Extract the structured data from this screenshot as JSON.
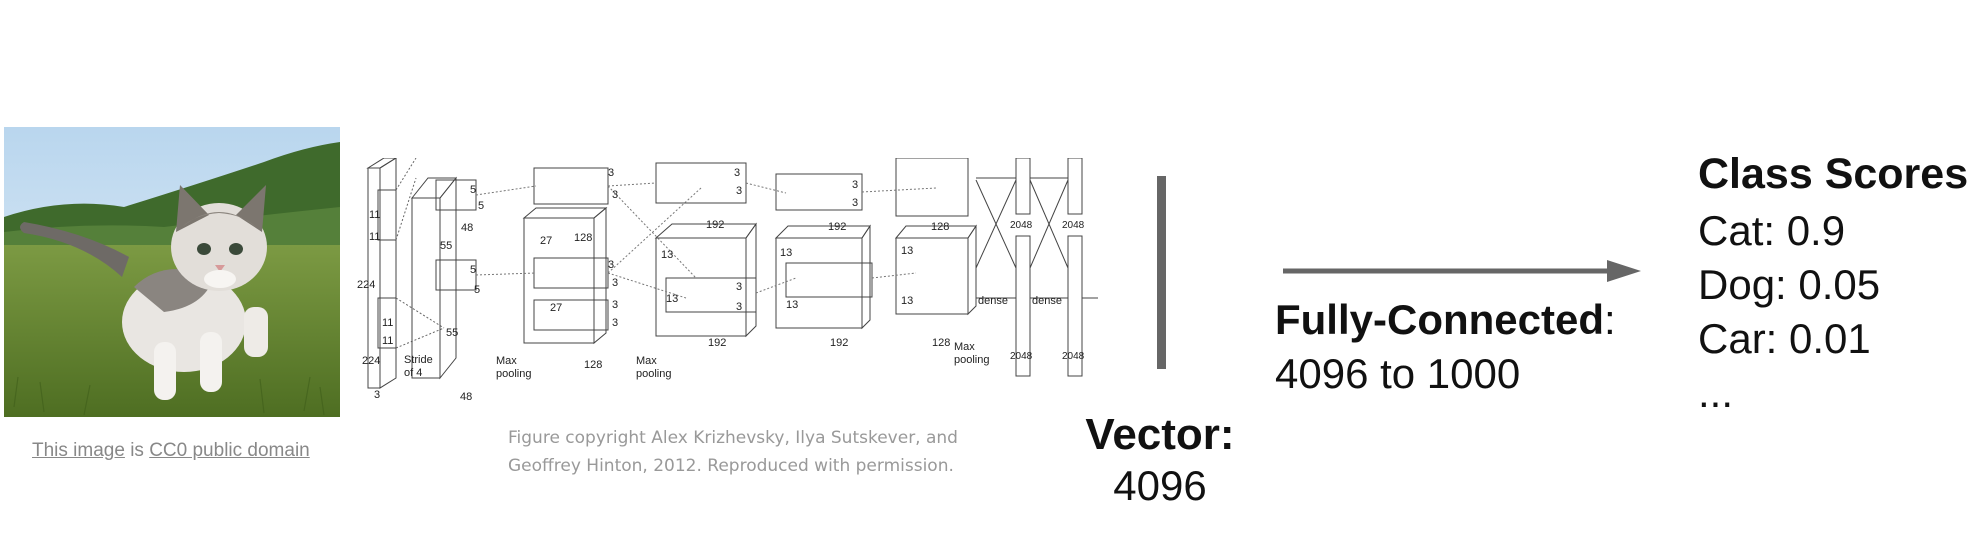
{
  "photo_credit": {
    "image_link": "This image",
    "is_text": " is ",
    "license_link": "CC0 public domain"
  },
  "network": {
    "layer_numbers": {
      "input_kernel": "11",
      "input_size": "224",
      "input_depth": "3",
      "conv1_size": "55",
      "conv1_depth": "48",
      "conv2_kernel": "5",
      "conv2_size": "27",
      "conv2_depth": "128",
      "conv3_kernel": "3",
      "conv3_size": "13",
      "conv3_depth": "192",
      "conv5_depth": "128",
      "dense_units": "2048"
    },
    "labels": {
      "stride": "Stride",
      "of4": "of 4",
      "max": "Max",
      "pooling": "pooling",
      "dense": "dense"
    }
  },
  "figure_copyright": {
    "line1": "Figure copyright Alex Krizhevsky, Ilya Sutskever, and",
    "line2": "Geoffrey Hinton, 2012. Reproduced with permission."
  },
  "vector": {
    "title": "Vector:",
    "size": "4096"
  },
  "fully_connected": {
    "name": "Fully-Connected",
    "colon": ":",
    "mapping": "4096 to 1000"
  },
  "class_scores": {
    "title": "Class Scores",
    "items": [
      "Cat: 0.9",
      "Dog: 0.05",
      "Car: 0.01",
      "..."
    ]
  },
  "colors": {
    "bar": "#666666",
    "arrow": "#666666",
    "caption": "#999999"
  }
}
